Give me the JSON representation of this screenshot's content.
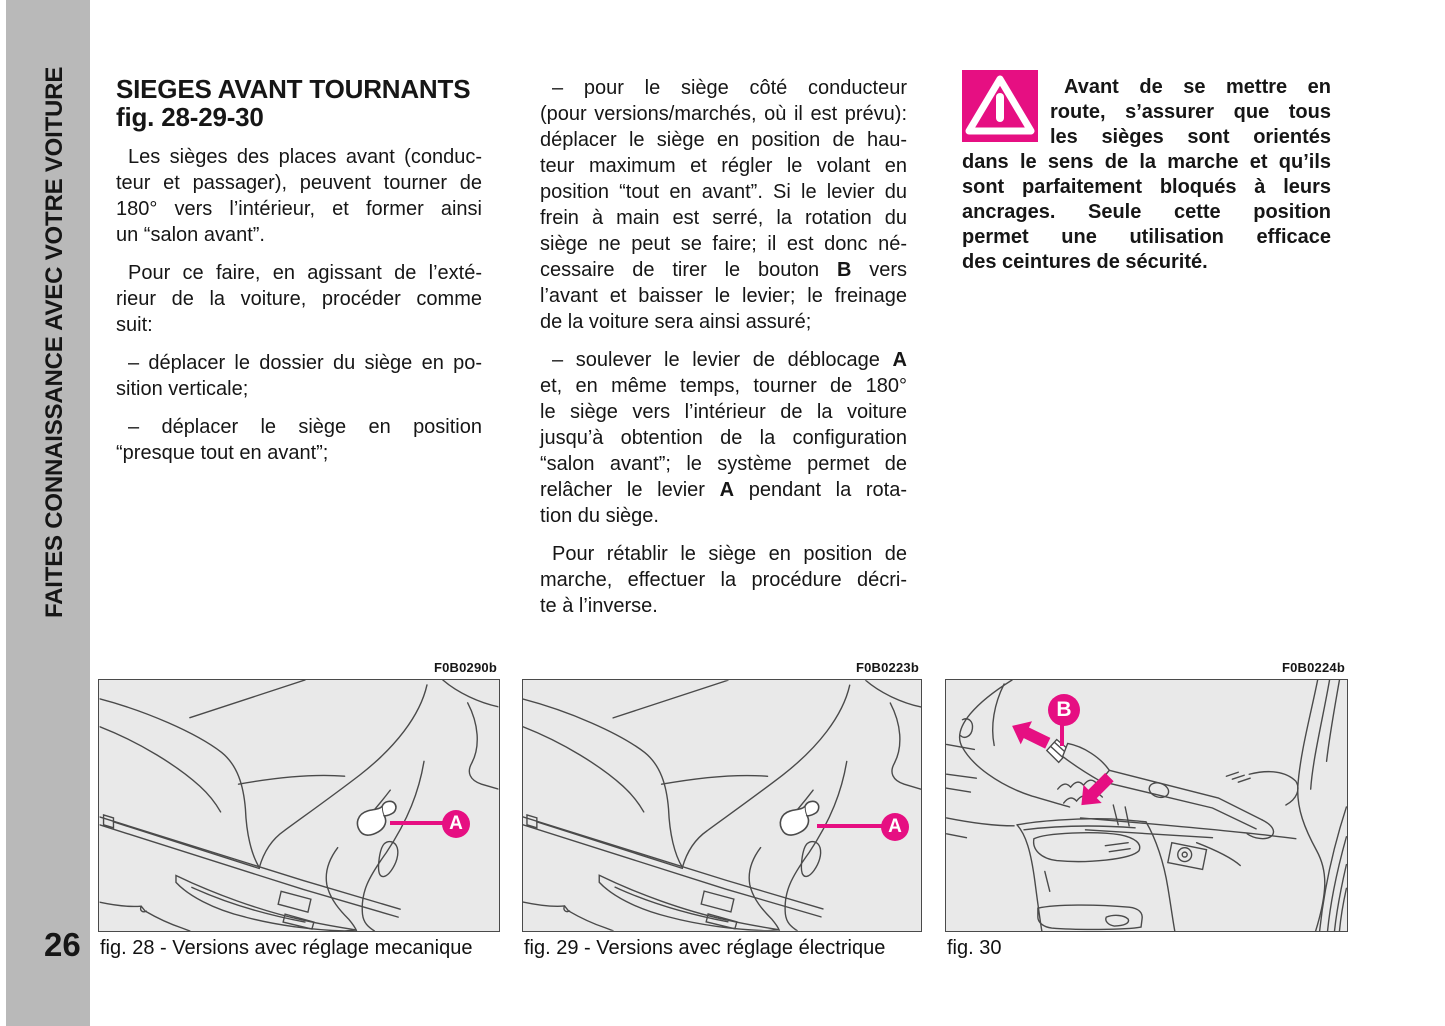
{
  "sidebar": {
    "vertical_text": "FAITES CONNAISSANCE AVEC VOTRE VOITURE",
    "page_number": "26"
  },
  "article": {
    "col1": {
      "heading": [
        "SIEGES AVANT TOURNANTS",
        "fig. 28-29-30"
      ],
      "paragraphs": [
        [
          "Les sièges des places avant (conduc-",
          "teur et passager), peuvent tourner de",
          "180° vers l’intérieur, et former ainsi",
          "un “salon avant”."
        ],
        [
          "Pour ce faire, en agissant de l’exté-",
          "rieur de la voiture, procéder comme",
          "suit:"
        ],
        [
          "– déplacer le dossier du siège en po-",
          "sition verticale;"
        ],
        [
          "– déplacer le siège en position",
          "“presque tout en avant”;"
        ]
      ]
    },
    "col2": {
      "paragraphs": [
        [
          "– pour le siège côté conducteur",
          "(pour versions/marchés, où il est prévu):",
          "déplacer le siège en position de hau-",
          "teur maximum et régler le volant en",
          "position “tout en avant”. Si le levier du",
          "frein à main est serré, la rotation du",
          "siège ne peut se faire; il est donc né-",
          "cessaire de tirer le bouton **B** vers",
          "l’avant et baisser le levier; le freinage",
          "de la voiture sera ainsi assuré;"
        ],
        [
          "– soulever le levier de déblocage **A**",
          "et, en même temps, tourner de 180°",
          "le siège vers l’intérieur de la voiture",
          "jusqu’à obtention de la configuration",
          "“salon avant”; le système permet de",
          "relâcher le levier **A** pendant la rota-",
          "tion du siège."
        ],
        [
          "Pour rétablir le siège en position de",
          "marche, effectuer la procédure décri-",
          "te à l’inverse."
        ]
      ]
    },
    "warning": {
      "icon": "warning-triangle-icon",
      "lines": [
        "Avant de se mettre en",
        "route, s’assurer que tous",
        "les sièges sont orientés",
        "dans le sens de la marche et qu’ils",
        "sont parfaitement bloqués à leurs",
        "ancrages. Seule cette position",
        "permet une utilisation efficace",
        "des ceintures de sécurité."
      ]
    }
  },
  "figures": [
    {
      "code": "F0B0290b",
      "caption": "fig. 28 - Versions avec réglage mecanique",
      "callout_letter": "A"
    },
    {
      "code": "F0B0223b",
      "caption": "fig. 29 - Versions avec réglage électrique",
      "callout_letter": "A"
    },
    {
      "code": "F0B0224b",
      "caption": "fig. 30",
      "callout_letter": "B"
    }
  ],
  "colors": {
    "accent_pink": "#e60f82",
    "sidebar_gray": "#b9b9b9",
    "figure_bg": "#e9e9e9"
  }
}
